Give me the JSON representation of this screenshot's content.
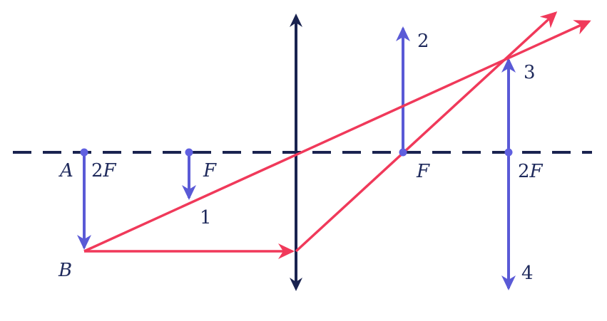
{
  "colors": {
    "axis": "#1a2350",
    "lens": "#1a2350",
    "ray": "#f0395a",
    "object": "#5a5ad6",
    "point": "#6060e0",
    "text": "#1f2a5c"
  },
  "labels": {
    "point_a": "A",
    "point_b": "B",
    "left_2f": "2F",
    "left_f": "F",
    "right_f": "F",
    "right_2f": "2F",
    "arrow_1": "1",
    "arrow_2": "2",
    "arrow_3": "3",
    "arrow_4": "4"
  }
}
